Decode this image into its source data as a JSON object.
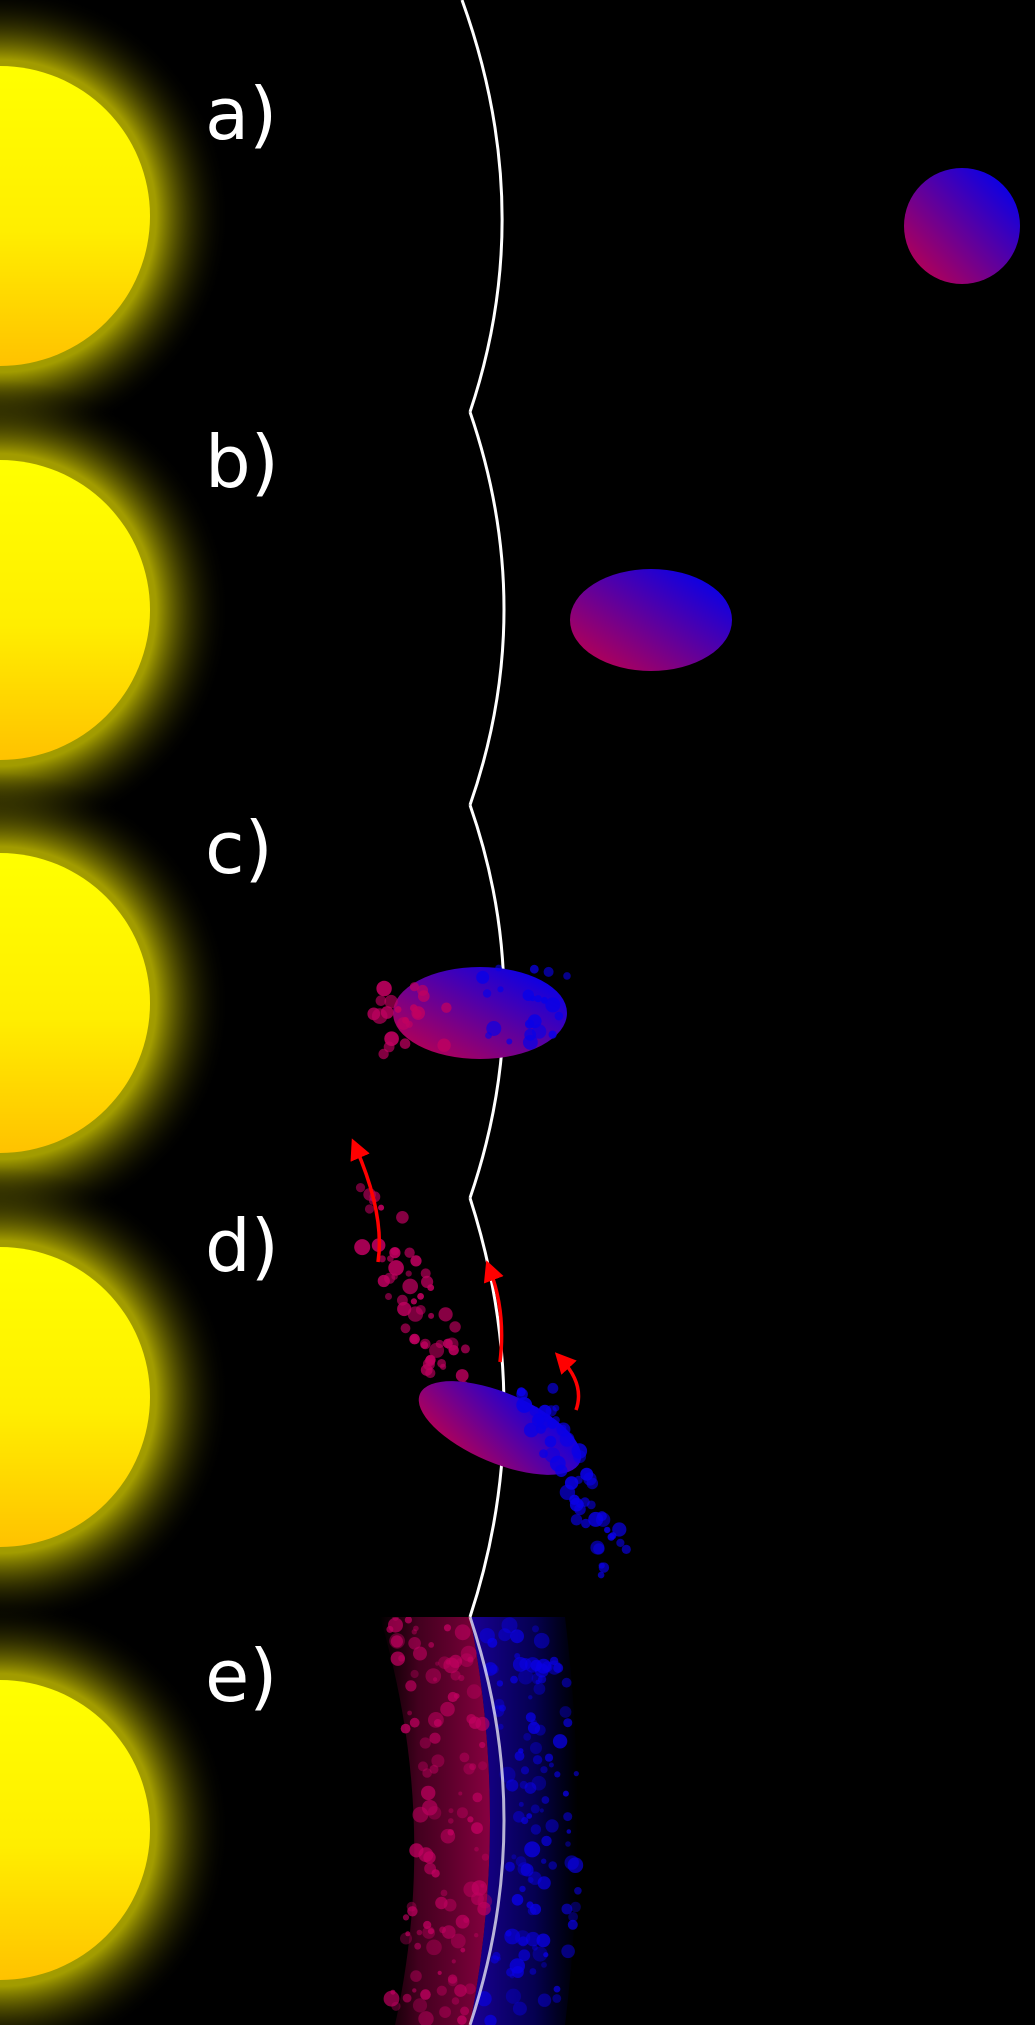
{
  "panels": [
    {
      "label": "a)",
      "stage": "distant-sphere"
    },
    {
      "label": "b)",
      "stage": "elongated-body"
    },
    {
      "label": "c)",
      "stage": "crossing-roche-limit-shedding"
    },
    {
      "label": "d)",
      "stage": "tidal-disruption-stream"
    },
    {
      "label": "e)",
      "stage": "ring-of-debris"
    }
  ],
  "colors": {
    "background": "#000000",
    "star_yellow": "#ffff00",
    "star_orange": "#ffc000",
    "body_red": "#c00060",
    "body_blue": "#0a00e6",
    "limit_line": "#ffffff",
    "arrow": "#ff0000"
  },
  "icons": [
    "star",
    "roche-limit-line",
    "orbiting-body",
    "debris-particles",
    "motion-arrows"
  ]
}
